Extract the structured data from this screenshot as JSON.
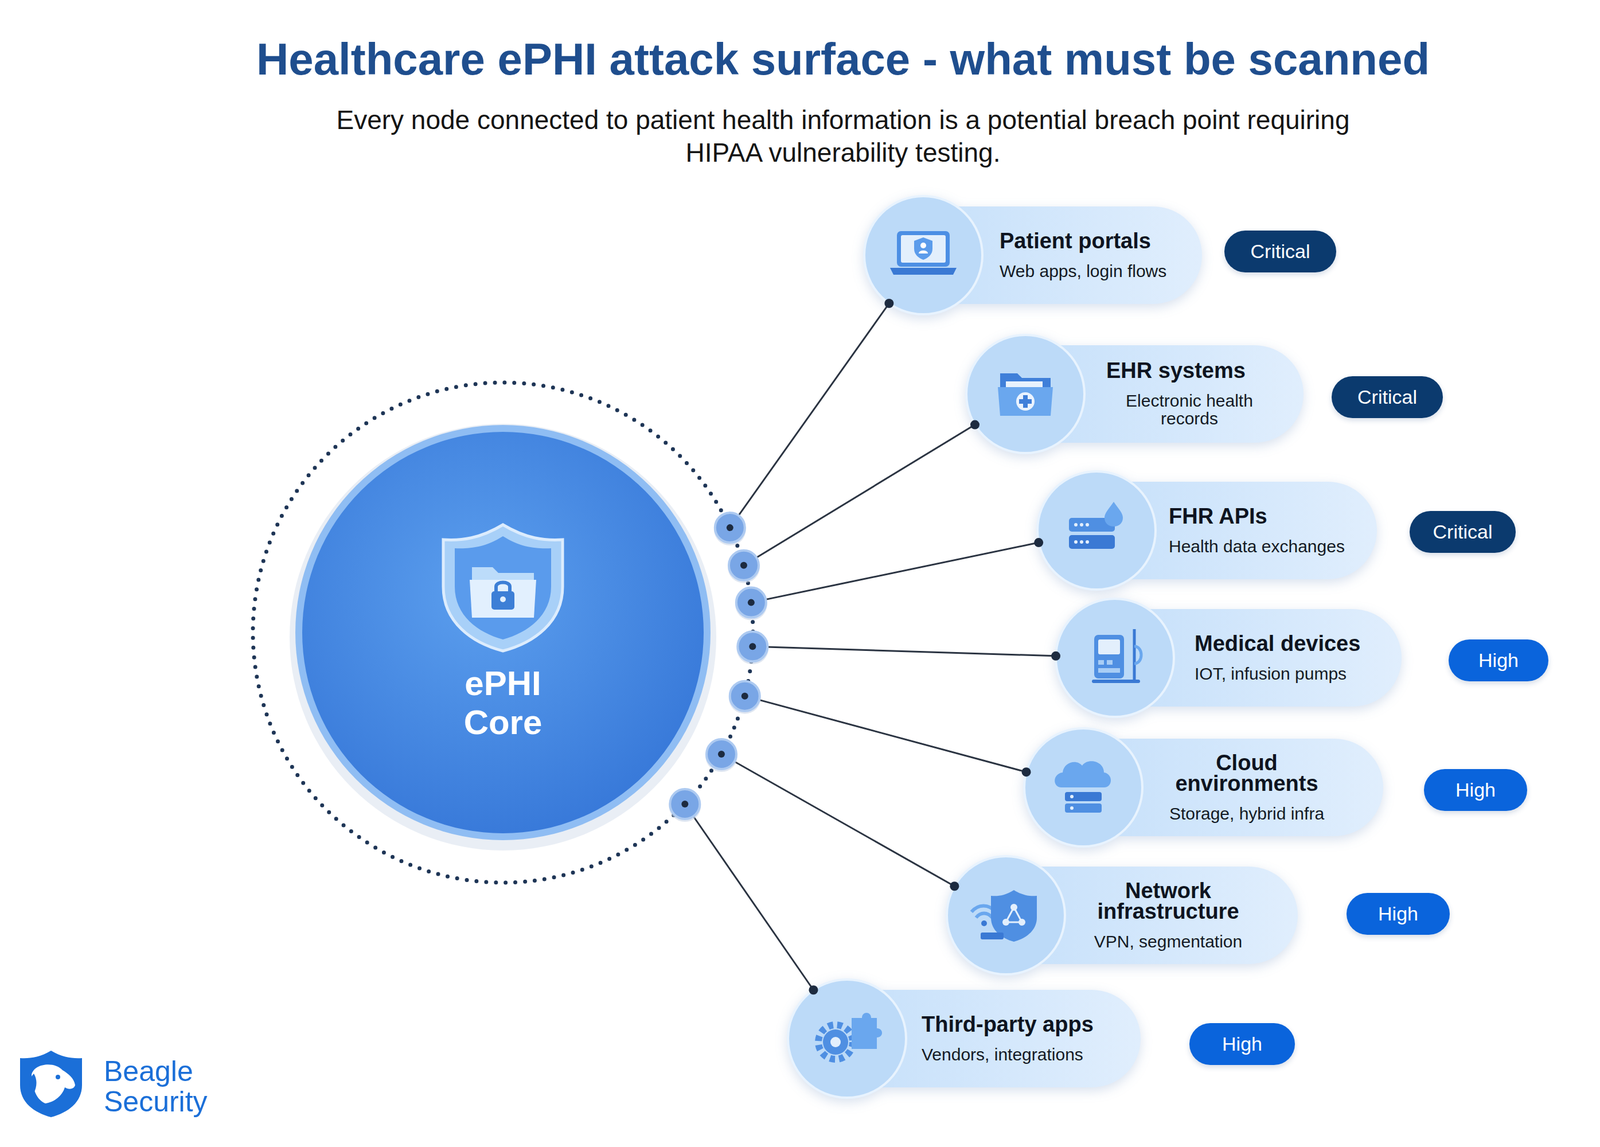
{
  "diagram": {
    "title": "Healthcare ePHI attack surface - what must be scanned",
    "caption": "Every node connected to patient health information is a potential breach point requiring HIPAA vulnerability testing.",
    "nodes": [
      {
        "text": [
          "ePHI Core"
        ]
      },
      {
        "text": [
          "Patient portals",
          "Web apps, login flows"
        ]
      },
      {
        "text": [
          "Critical"
        ]
      },
      {
        "text": [
          "EHR systems",
          "Electronic health records"
        ]
      },
      {
        "text": [
          "Critical"
        ]
      },
      {
        "text": [
          "FHR APIs",
          "Health data exchanges"
        ]
      },
      {
        "text": [
          "Critical"
        ]
      },
      {
        "text": [
          "Medical devices",
          "IOT, infusion pumps"
        ]
      },
      {
        "text": [
          "High"
        ]
      },
      {
        "text": [
          "Cloud environments",
          "Storage, hybrid infra"
        ]
      },
      {
        "text": [
          "High"
        ]
      },
      {
        "text": [
          "Network infrastructure",
          "VPN, segmentation"
        ]
      },
      {
        "text": [
          "High"
        ]
      },
      {
        "text": [
          "Third-party apps",
          "Vendors, integrations"
        ]
      },
      {
        "text": [
          "High"
        ]
      }
    ],
    "edges": [
      {
        "from": 0,
        "to": 1,
        "arrow": "none"
      },
      {
        "from": 0,
        "to": 3,
        "arrow": "none"
      },
      {
        "from": 0,
        "to": 5,
        "arrow": "none"
      },
      {
        "from": 0,
        "to": 7,
        "arrow": "none"
      },
      {
        "from": 0,
        "to": 9,
        "arrow": "none"
      },
      {
        "from": 0,
        "to": 11,
        "arrow": "none"
      },
      {
        "from": 0,
        "to": 13,
        "arrow": "none"
      }
    ],
    "labels": [
      "Beagle Security"
    ]
  }
}
